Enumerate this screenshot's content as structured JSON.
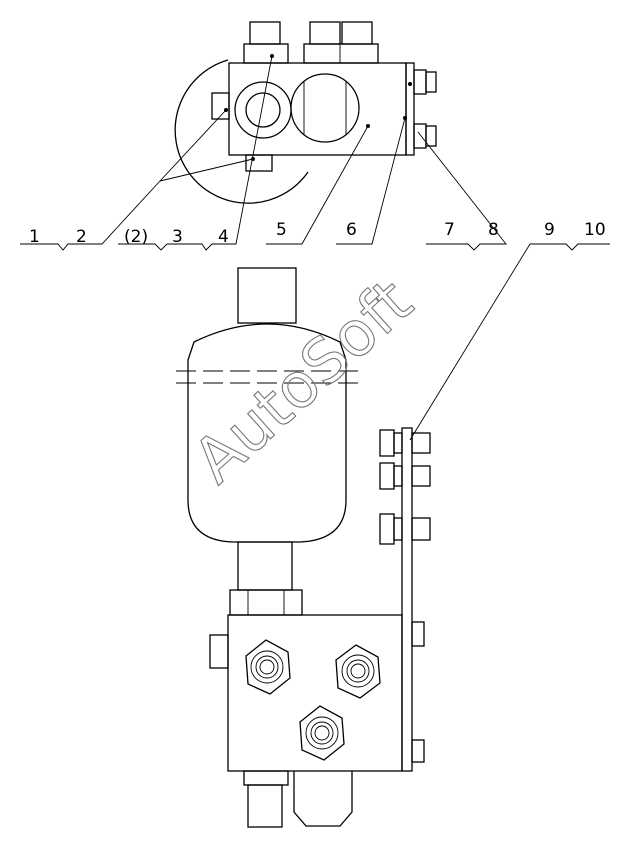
{
  "drawing": {
    "labels": [
      "1",
      "2",
      "(2)",
      "3",
      "4",
      "5",
      "6",
      "7",
      "8",
      "9",
      "10"
    ],
    "watermark": "AutoSoft",
    "colors": {
      "line": "#000000",
      "watermark": "#777777",
      "background": "#ffffff"
    }
  }
}
